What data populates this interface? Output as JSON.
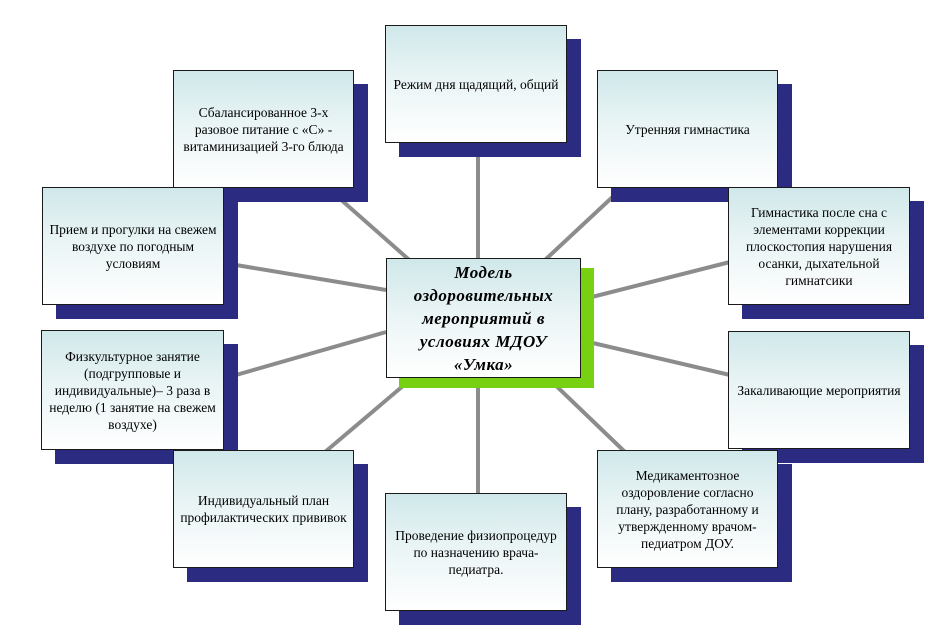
{
  "diagram": {
    "center": "Модель оздоровительных мероприятий в условиях МДОУ «Умка»",
    "nodes": {
      "regime": "Режим дня щадящий, общий",
      "nutrition": "Сбалансированное 3-х разовое питание с «С» - витаминизацией 3-го блюда",
      "morning_gym": "Утренняя гимнастика",
      "walks": "Прием и прогулки на свежем воздухе по погодным условиям",
      "after_sleep_gym": "Гимнастика после сна с элементами коррекции плоскостопия нарушения осанки, дыхательной гимнатсики",
      "pe_class": "Физкультурное занятие (подгрупповые и индивидуальные)– 3 раза в неделю (1 занятие на свежем воздухе)",
      "hardening": "Закаливающие мероприятия",
      "vaccination": "Индивидуальный план профилактических прививок",
      "medication": "Медикаментозное оздоровление согласно плану, разработанному и утвержденному врачом-педиатром ДОУ.",
      "physio": "Проведение физиопроцедур по назначению врача-педиатра."
    }
  },
  "colors": {
    "box_shadow": "#2b2b82",
    "center_shadow": "#77d012",
    "connector": "#8c8c8c",
    "box_gradient_top": "#d0e8ea"
  }
}
